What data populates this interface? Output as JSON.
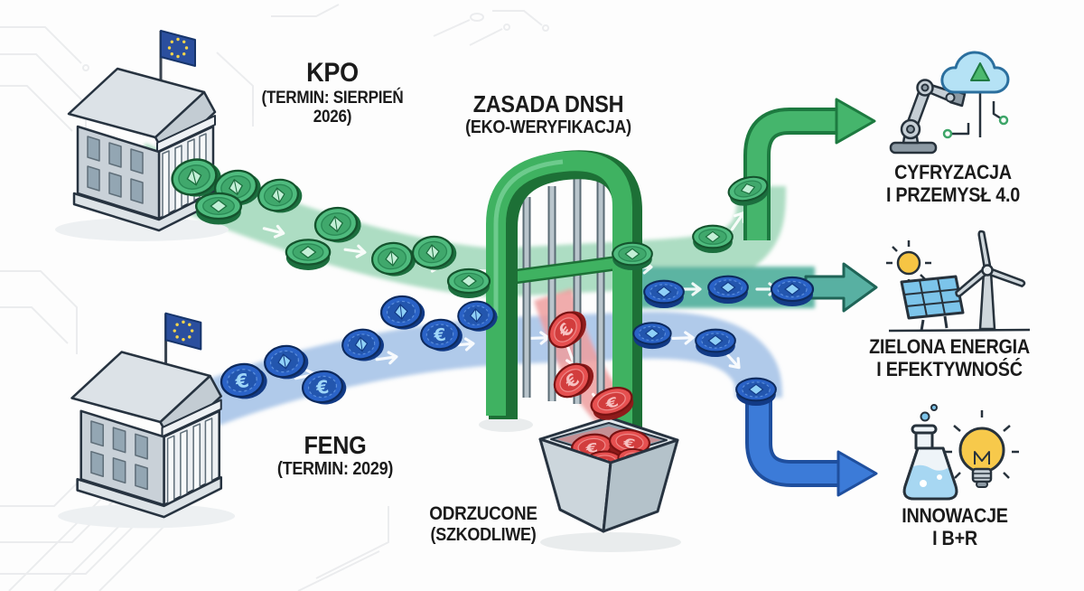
{
  "sources": [
    {
      "name": "KPO",
      "deadline_line1": "(TERMIN: SIERPIEŃ",
      "deadline_line2": "2026)"
    },
    {
      "name": "FENG",
      "deadline": "(TERMIN: 2029)"
    }
  ],
  "gate": {
    "title": "ZASADA DNSH",
    "subtitle": "(EKO-WERYFIKACJA)"
  },
  "rejected": {
    "title": "ODRZUCONE",
    "subtitle": "(SZKODLIWE)"
  },
  "outcomes": [
    {
      "line1": "CYFRYZACJA",
      "line2": "I PRZEMYSŁ 4.0",
      "icons": [
        "robot-arm-icon",
        "cloud-upload-icon"
      ]
    },
    {
      "line1": "ZIELONA ENERGIA",
      "line2": "I EFEKTYWNOŚĆ",
      "icons": [
        "sun-icon",
        "solar-panel-icon",
        "wind-turbine-icon"
      ]
    },
    {
      "line1": "INNOWACJE",
      "line2": "I B+R",
      "icons": [
        "flask-icon",
        "lightbulb-icon"
      ]
    }
  ],
  "flows": {
    "kpo_coins": "green-eco-coin-icon",
    "feng_coins": "blue-euro-coin-icon",
    "rejected_coins": "red-euro-coin-icon"
  },
  "other_icons": [
    "bank-building-icon",
    "eu-flag-icon",
    "dnsh-gate-icon",
    "trash-bin-icon"
  ],
  "colors": {
    "kpo_flow_green": "#45b56c",
    "feng_flow_blue": "#3c7bd8",
    "mixed_flow_teal": "#58b0a2",
    "rejected_red": "#e65050",
    "gate_green": "#3fb261",
    "text": "#1b1b1b"
  }
}
